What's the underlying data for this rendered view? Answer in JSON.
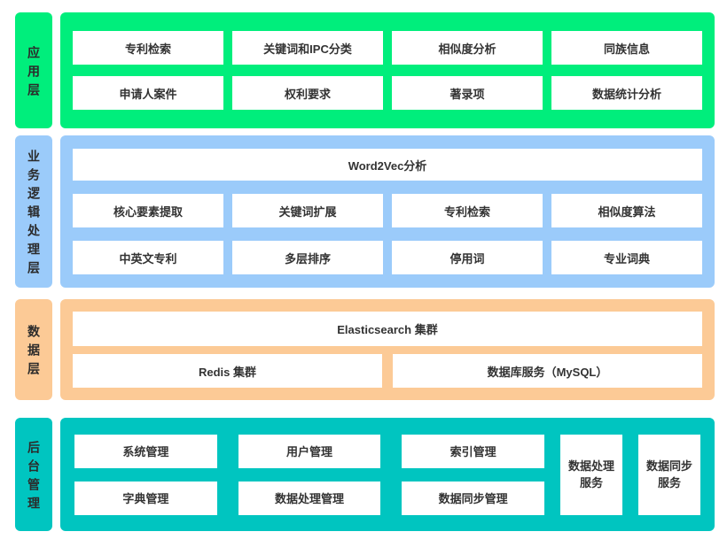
{
  "colors": {
    "application_layer": "#00ee7c",
    "business_logic_layer": "#9bcbfa",
    "data_layer": "#fcca96",
    "admin_layer": "#00c5c0",
    "box_background": "#ffffff",
    "text": "#333333"
  },
  "layers": {
    "app": {
      "label": "应用层",
      "rows": [
        [
          "专利检索",
          "关键词和IPC分类",
          "相似度分析",
          "同族信息"
        ],
        [
          "申请人案件",
          "权利要求",
          "著录项",
          "数据统计分析"
        ]
      ]
    },
    "logic": {
      "label": "业务逻辑处理层",
      "full": "Word2Vec分析",
      "rows": [
        [
          "核心要素提取",
          "关键词扩展",
          "专利检索",
          "相似度算法"
        ],
        [
          "中英文专利",
          "多层排序",
          "停用词",
          "专业词典"
        ]
      ]
    },
    "data": {
      "label": "数据层",
      "full": "Elasticsearch 集群",
      "rows": [
        [
          "Redis 集群",
          "数据库服务（MySQL）"
        ]
      ]
    },
    "admin": {
      "label": "后台管理",
      "rows": [
        [
          "系统管理",
          "用户管理",
          "索引管理"
        ],
        [
          "字典管理",
          "数据处理管理",
          "数据同步管理"
        ]
      ],
      "tall": [
        "数据处理服务",
        "数据同步服务"
      ]
    }
  }
}
